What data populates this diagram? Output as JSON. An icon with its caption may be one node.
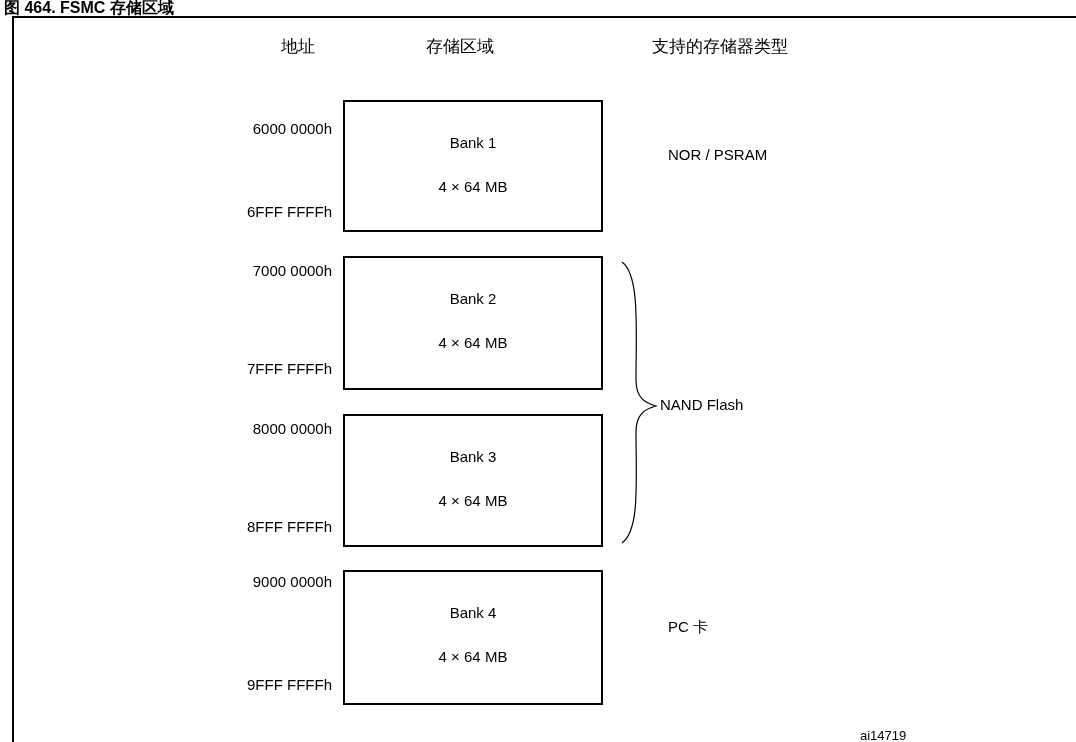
{
  "diagram": {
    "title": "图 464. FSMC 存储区域",
    "nodes": [
      {
        "text": [
          "Bank 1",
          "4 × 64 MB"
        ]
      },
      {
        "text": [
          "Bank 2",
          "4 × 64 MB"
        ]
      },
      {
        "text": [
          "Bank 3",
          "4 × 64 MB"
        ]
      },
      {
        "text": [
          "Bank 4",
          "4 × 64 MB"
        ]
      }
    ],
    "edges": [],
    "labels": [
      "地址",
      "存储区域",
      "支持的存储器类型",
      "6000 0000h",
      "NOR / PSRAM",
      "6FFF FFFFh",
      "7000 0000h",
      "7FFF FFFFh",
      "NAND Flash",
      "8000 0000h",
      "8FFF FFFFh",
      "9000 0000h",
      "PC 卡",
      "9FFF FFFFh",
      "ai14719"
    ]
  }
}
